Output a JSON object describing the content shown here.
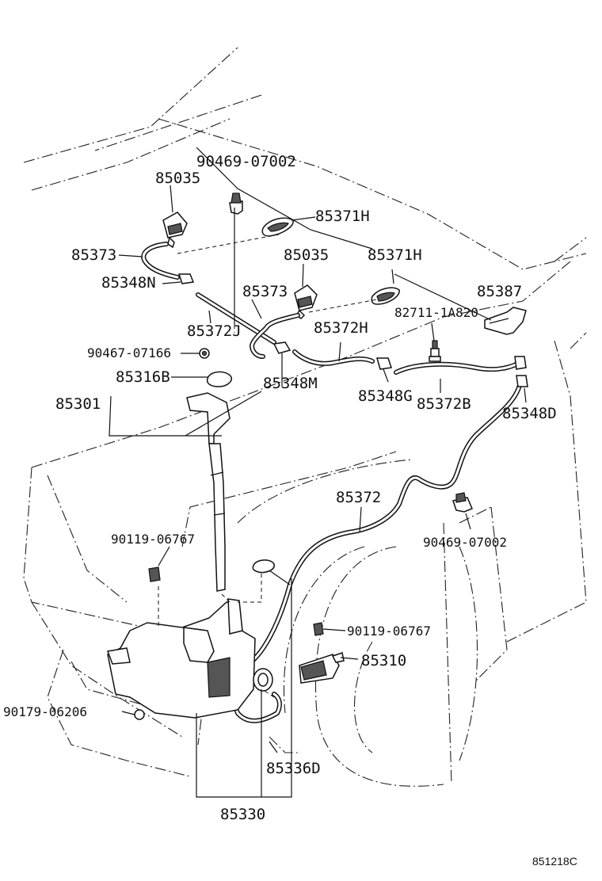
{
  "parts": {
    "p90469_top": "90469-07002",
    "p85035_left": "85035",
    "p85371H_top": "85371H",
    "p85373_left": "85373",
    "p85035_right": "85035",
    "p85371H_right": "85371H",
    "p85348N": "85348N",
    "p85373_mid": "85373",
    "p85387": "85387",
    "p82711": "82711-1A820",
    "p85372J": "85372J",
    "p85372H": "85372H",
    "p90467": "90467-07166",
    "p85316B": "85316B",
    "p85348M": "85348M",
    "p85348G": "85348G",
    "p85372B": "85372B",
    "p85301": "85301",
    "p85348D": "85348D",
    "p85372": "85372",
    "p90119_left": "90119-06767",
    "p90469_right": "90469-07002",
    "p90119_right": "90119-06767",
    "p85310": "85310",
    "p90179": "90179-06206",
    "p85336D": "85336D",
    "p85330": "85330"
  },
  "reference_code": "851218C"
}
